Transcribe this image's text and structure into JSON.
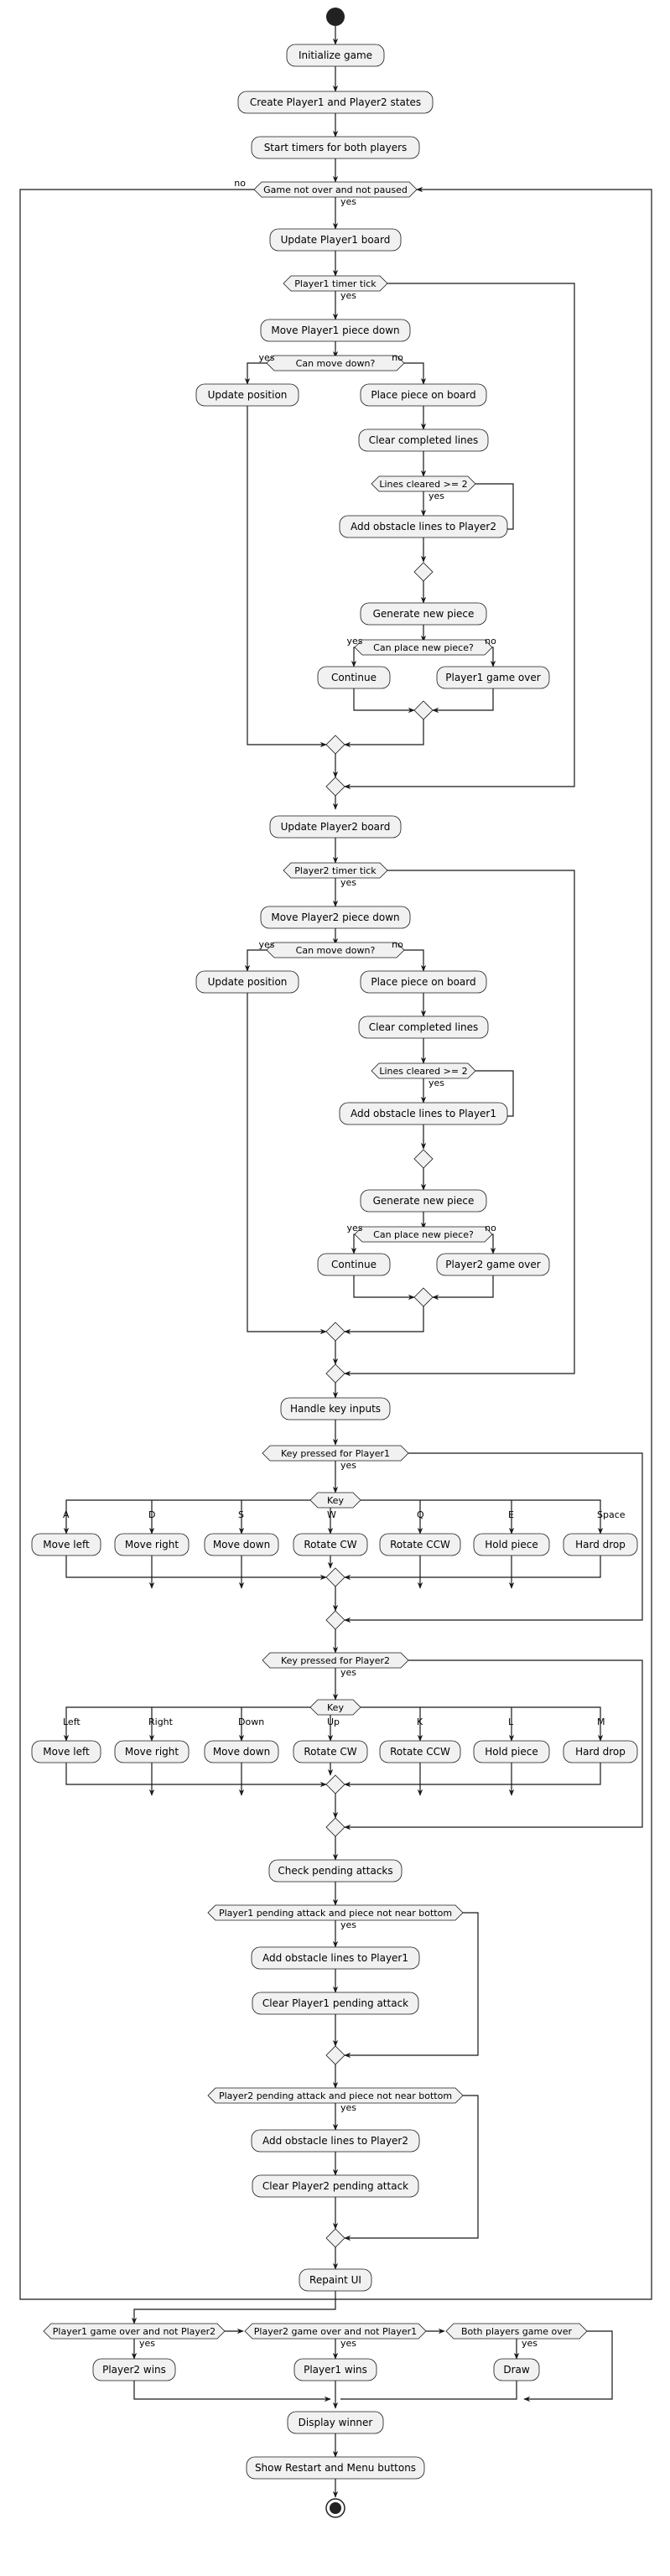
{
  "actions": {
    "init": "Initialize game",
    "create_states": "Create Player1 and Player2 states",
    "start_timers": "Start timers for both players",
    "update_p1": "Update Player1 board",
    "move_p1_down": "Move Player1 piece down",
    "p1_update_pos": "Update position",
    "p1_place": "Place piece on board",
    "p1_clear": "Clear completed lines",
    "p1_add_obstacles_p2": "Add obstacle lines to Player2",
    "p1_generate": "Generate new piece",
    "p1_continue": "Continue",
    "p1_game_over": "Player1 game over",
    "update_p2": "Update Player2 board",
    "move_p2_down": "Move Player2 piece down",
    "p2_update_pos": "Update position",
    "p2_place": "Place piece on board",
    "p2_clear": "Clear completed lines",
    "p2_add_obstacles_p1": "Add obstacle lines to Player1",
    "p2_generate": "Generate new piece",
    "p2_continue": "Continue",
    "p2_game_over": "Player2 game over",
    "handle_keys": "Handle key inputs",
    "p1_move_left": "Move left",
    "p1_move_right": "Move right",
    "p1_move_down": "Move down",
    "p1_rotate_cw": "Rotate CW",
    "p1_rotate_ccw": "Rotate CCW",
    "p1_hold": "Hold piece",
    "p1_hard_drop": "Hard drop",
    "p2_move_left": "Move left",
    "p2_move_right": "Move right",
    "p2_move_down": "Move down",
    "p2_rotate_cw": "Rotate CW",
    "p2_rotate_ccw": "Rotate CCW",
    "p2_hold": "Hold piece",
    "p2_hard_drop": "Hard drop",
    "check_attacks": "Check pending attacks",
    "add_obs_p1": "Add obstacle lines to Player1",
    "clear_p1_attack": "Clear Player1 pending attack",
    "add_obs_p2": "Add obstacle lines to Player2",
    "clear_p2_attack": "Clear Player2 pending attack",
    "repaint": "Repaint UI",
    "p2_wins": "Player2 wins",
    "p1_wins": "Player1 wins",
    "draw": "Draw",
    "display_winner": "Display winner",
    "show_buttons": "Show Restart and Menu buttons"
  },
  "decisions": {
    "loop": "Game not over and not paused",
    "p1_tick": "Player1 timer tick",
    "p1_can_move": "Can move down?",
    "p1_lines": "Lines cleared >= 2",
    "p1_can_place": "Can place new piece?",
    "p2_tick": "Player2 timer tick",
    "p2_can_move": "Can move down?",
    "p2_lines": "Lines cleared >= 2",
    "p2_can_place": "Can place new piece?",
    "key_p1": "Key pressed for Player1",
    "key_switch_p1": "Key",
    "key_p2": "Key pressed for Player2",
    "key_switch_p2": "Key",
    "p1_pending": "Player1 pending attack and piece not near bottom",
    "p2_pending": "Player2 pending attack and piece not near bottom",
    "end_p1_over": "Player1 game over and not Player2",
    "end_p2_over": "Player2 game over and not Player1",
    "end_both": "Both players game over"
  },
  "labels": {
    "yes": "yes",
    "no": "no"
  },
  "keys_p1": [
    "A",
    "D",
    "S",
    "W",
    "Q",
    "E",
    "Space"
  ],
  "keys_p2": [
    "Left",
    "Right",
    "Down",
    "Up",
    "K",
    "L",
    "M"
  ],
  "colors": {
    "node_fill": "#f1f1f1",
    "node_stroke": "#181818",
    "line": "#181818",
    "start": "#222222"
  }
}
